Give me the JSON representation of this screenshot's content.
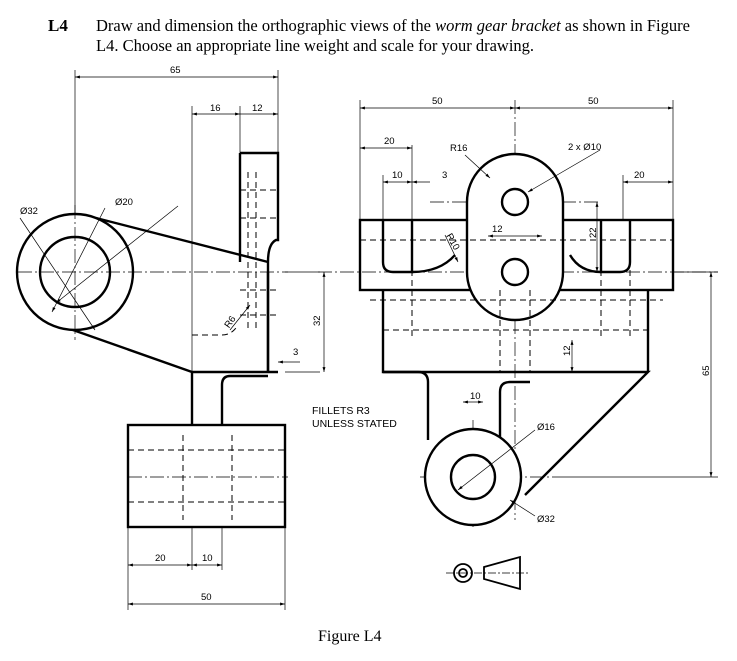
{
  "question": {
    "number": "L4",
    "text_before": "Draw and dimension the orthographic views of the ",
    "text_emph": "worm gear bracket",
    "text_after": " as shown in Figure L4. Choose an appropriate line weight and scale for your drawing."
  },
  "caption": "Figure L4",
  "note_lines": [
    "FILLETS R3",
    "UNLESS STATED"
  ],
  "side_view_dims": {
    "overall_width": "65",
    "top_a": "16",
    "top_b": "12",
    "dia_large": "Ø32",
    "dia_small": "Ø20",
    "fillet": "R6",
    "height": "32",
    "thickness": "3",
    "bottom_a": "20",
    "bottom_b": "10",
    "bottom_total": "50"
  },
  "front_view_dims": {
    "left_half": "50",
    "right_half": "50",
    "left_width": "20",
    "radius_top": "R16",
    "hole_spec": "2 x Ø10",
    "slot_width": "10",
    "slot_offset": "3",
    "right_width": "20",
    "radius_small": "R10",
    "hole_spacing": "12",
    "vertical_22": "22",
    "vertical_12": "12",
    "vertical_65": "65",
    "bottom_gap": "10",
    "boss_inner": "Ø16",
    "boss_outer": "Ø32"
  }
}
